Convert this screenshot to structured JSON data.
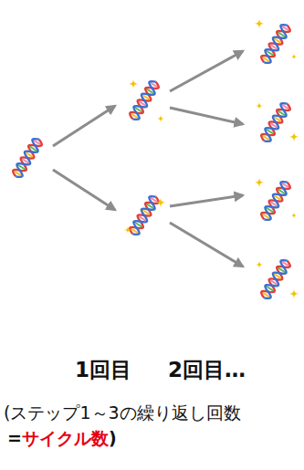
{
  "diagram": {
    "labels": [
      "1回目",
      "2回目…",
      "(ステップ1～3の繰り返し回数",
      "=",
      "サイクル数",
      ")"
    ]
  }
}
